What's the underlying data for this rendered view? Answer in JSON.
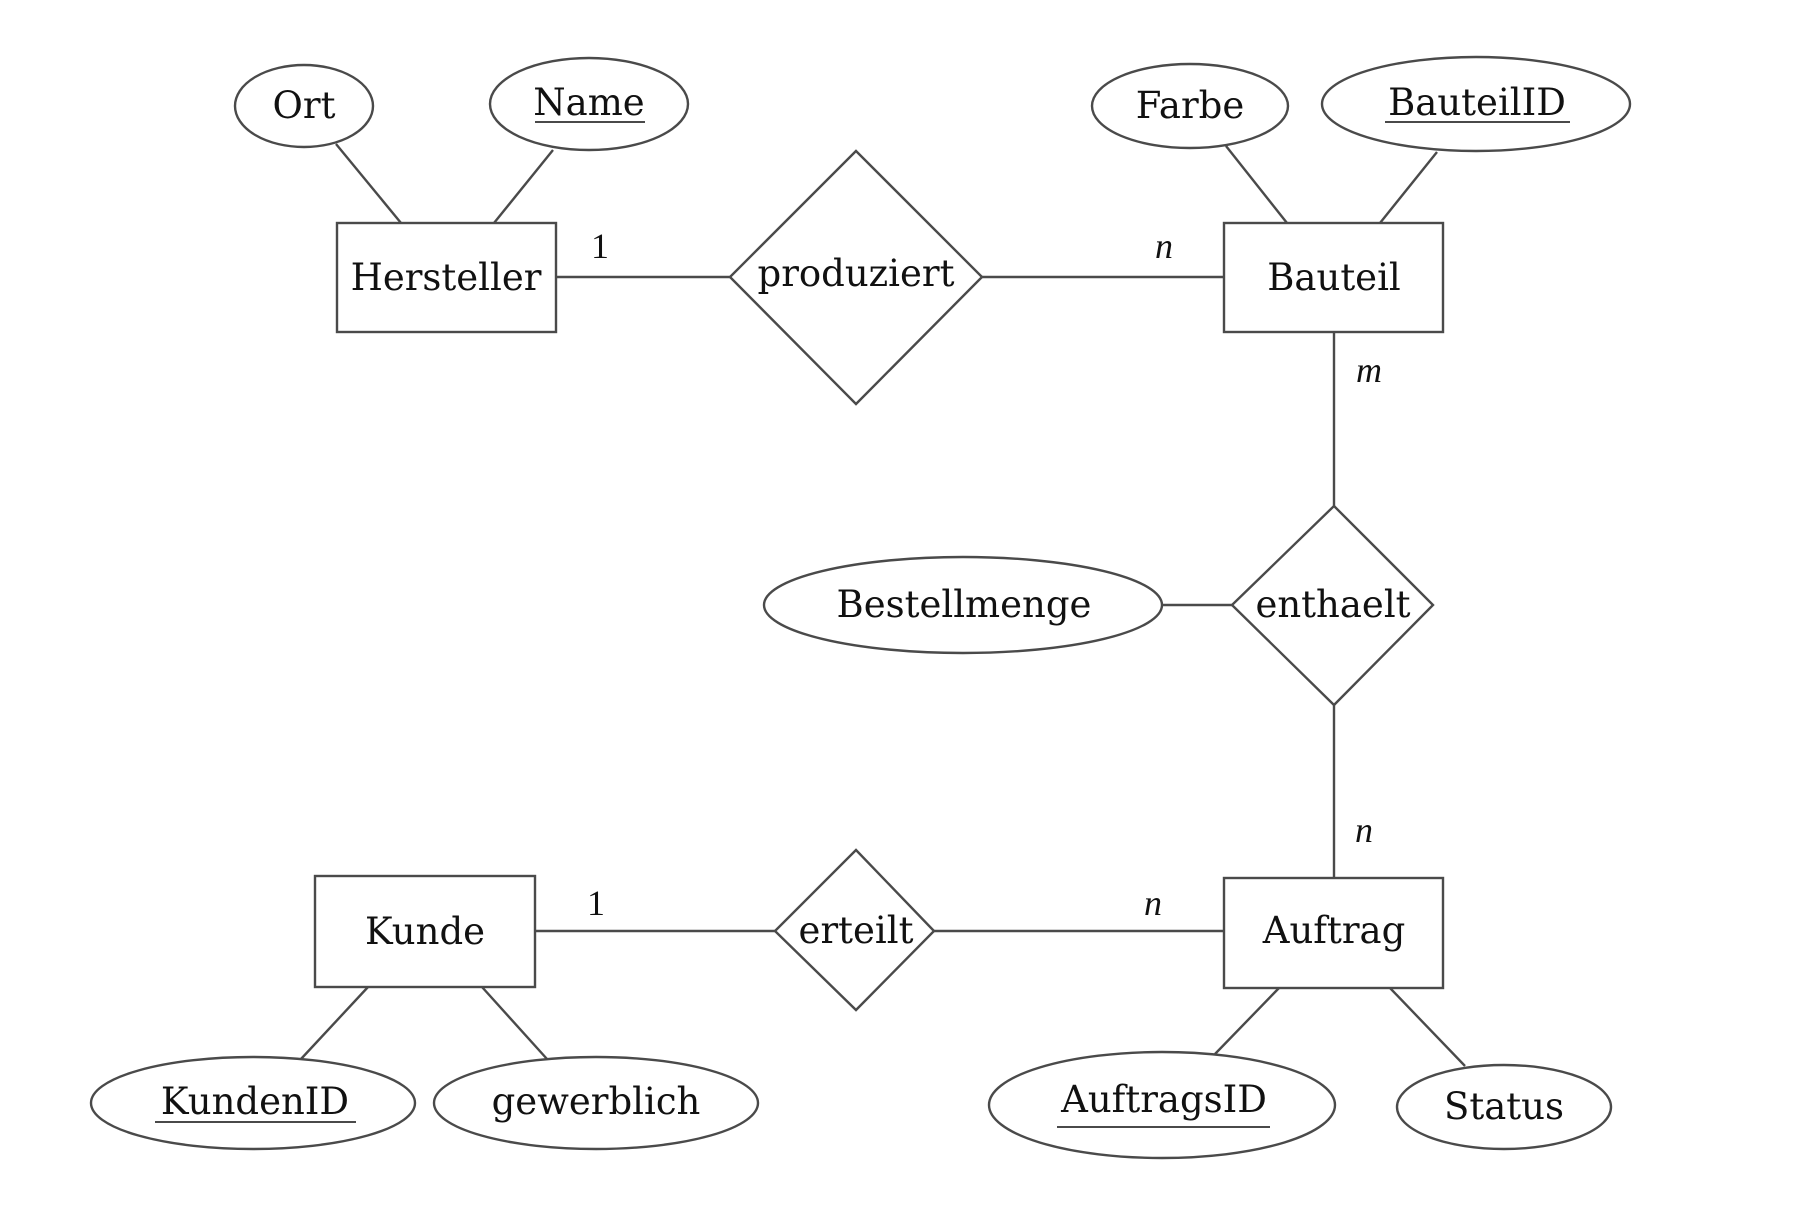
{
  "diagram": {
    "type": "entity-relationship",
    "entities": [
      {
        "id": "hersteller",
        "label": "Hersteller"
      },
      {
        "id": "bauteil",
        "label": "Bauteil"
      },
      {
        "id": "kunde",
        "label": "Kunde"
      },
      {
        "id": "auftrag",
        "label": "Auftrag"
      }
    ],
    "relationships": [
      {
        "id": "produziert",
        "label": "produziert",
        "from": "hersteller",
        "to": "bauteil",
        "from_card": "1",
        "to_card": "n"
      },
      {
        "id": "enthaelt",
        "label": "enthaelt",
        "from": "bauteil",
        "to": "auftrag",
        "from_card": "m",
        "to_card": "n"
      },
      {
        "id": "erteilt",
        "label": "erteilt",
        "from": "kunde",
        "to": "auftrag",
        "from_card": "1",
        "to_card": "n"
      }
    ],
    "attributes": [
      {
        "id": "ort",
        "label": "Ort",
        "owner": "hersteller",
        "key": false
      },
      {
        "id": "name",
        "label": "Name",
        "owner": "hersteller",
        "key": true
      },
      {
        "id": "farbe",
        "label": "Farbe",
        "owner": "bauteil",
        "key": false
      },
      {
        "id": "bauteilid",
        "label": "BauteilID",
        "owner": "bauteil",
        "key": true
      },
      {
        "id": "bestellmenge",
        "label": "Bestellmenge",
        "owner": "enthaelt",
        "key": false
      },
      {
        "id": "kundenid",
        "label": "KundenID",
        "owner": "kunde",
        "key": true
      },
      {
        "id": "gewerblich",
        "label": "gewerblich",
        "owner": "kunde",
        "key": false
      },
      {
        "id": "auftragsid",
        "label": "AuftragsID",
        "owner": "auftrag",
        "key": true
      },
      {
        "id": "status",
        "label": "Status",
        "owner": "auftrag",
        "key": false
      }
    ]
  }
}
